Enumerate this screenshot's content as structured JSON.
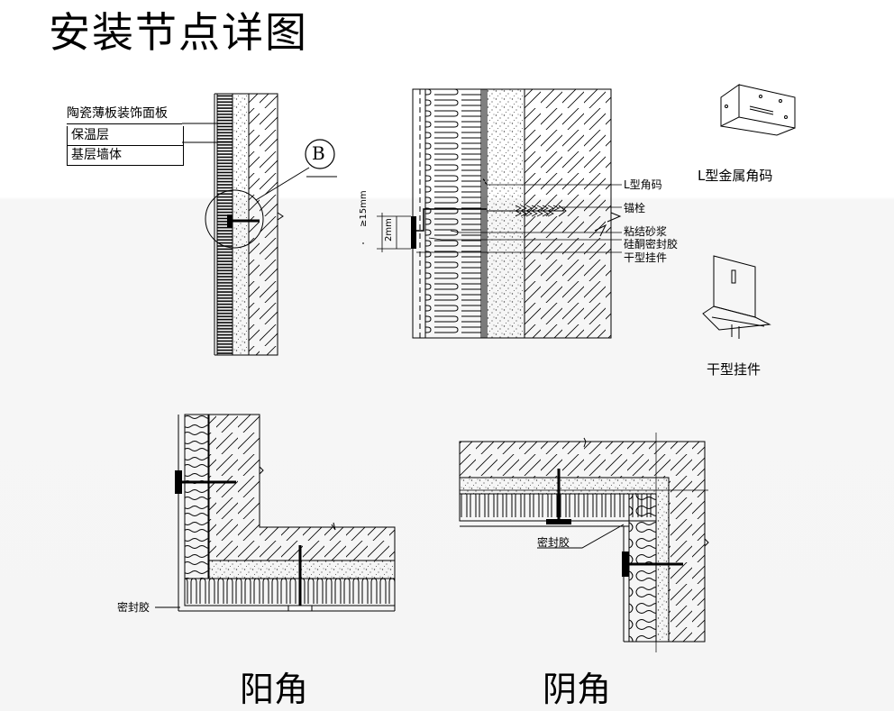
{
  "title": "安装节点详图",
  "section_left": {
    "legend": [
      "陶瓷薄板装饰面板",
      "保温层",
      "基层墙体"
    ],
    "detail_marker": "B"
  },
  "section_right": {
    "callouts": [
      "L型角码",
      "锚栓",
      "粘结砂浆",
      "硅酮密封胶",
      "干型挂件"
    ],
    "dims": [
      "≥15mm",
      "2mm"
    ]
  },
  "parts": {
    "l_bracket": "L型金属角码",
    "dry_hanger": "干型挂件"
  },
  "corners": {
    "outside": {
      "caption": "阳角",
      "sealant": "密封胶"
    },
    "inside": {
      "caption": "阴角",
      "sealant": "密封胶"
    }
  }
}
